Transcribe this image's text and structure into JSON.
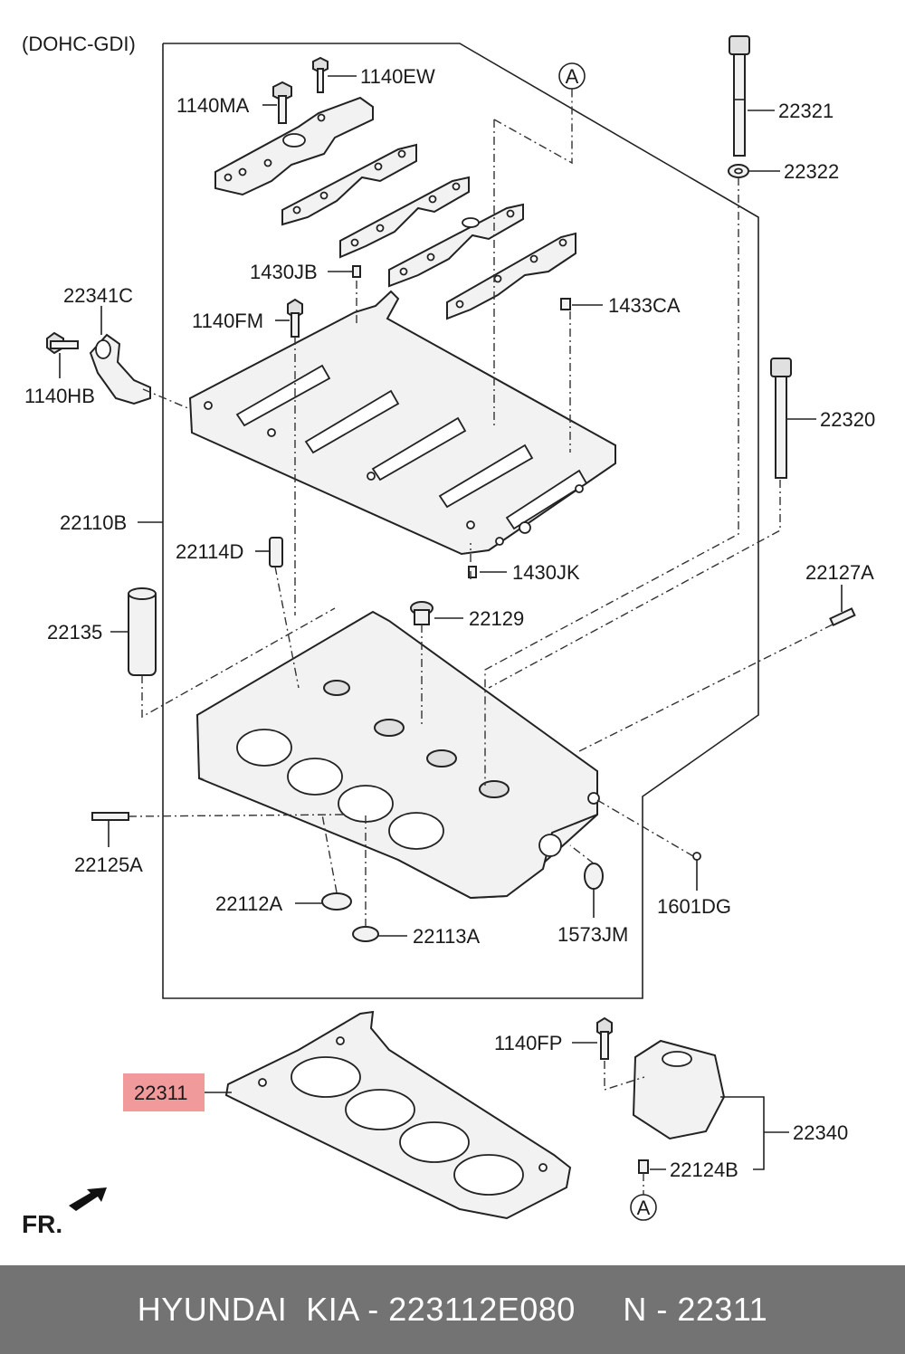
{
  "diagram": {
    "variant": "(DOHC-GDI)",
    "front_label": "FR.",
    "highlight_color": "#f19a9c",
    "labels": {
      "p1140EW": "1140EW",
      "p1140MA": "1140MA",
      "p22321": "22321",
      "p22322": "22322",
      "refA_top": "A",
      "p1430JB": "1430JB",
      "p22341C": "22341C",
      "p1140FM": "1140FM",
      "p1433CA": "1433CA",
      "p1140HB": "1140HB",
      "p22320": "22320",
      "p22110B": "22110B",
      "p22114D": "22114D",
      "p1430JK": "1430JK",
      "p22127A": "22127A",
      "p22135": "22135",
      "p22129": "22129",
      "p22125A": "22125A",
      "p1601DG": "1601DG",
      "p22112A": "22112A",
      "p22113A": "22113A",
      "p1573JM": "1573JM",
      "p1140FP": "1140FP",
      "p22311": "22311",
      "p22340": "22340",
      "p22124B": "22124B",
      "refA_bottom": "A"
    }
  },
  "footer": {
    "text": "HYUNDAI  KIA - 223112E080     N - 22311"
  }
}
